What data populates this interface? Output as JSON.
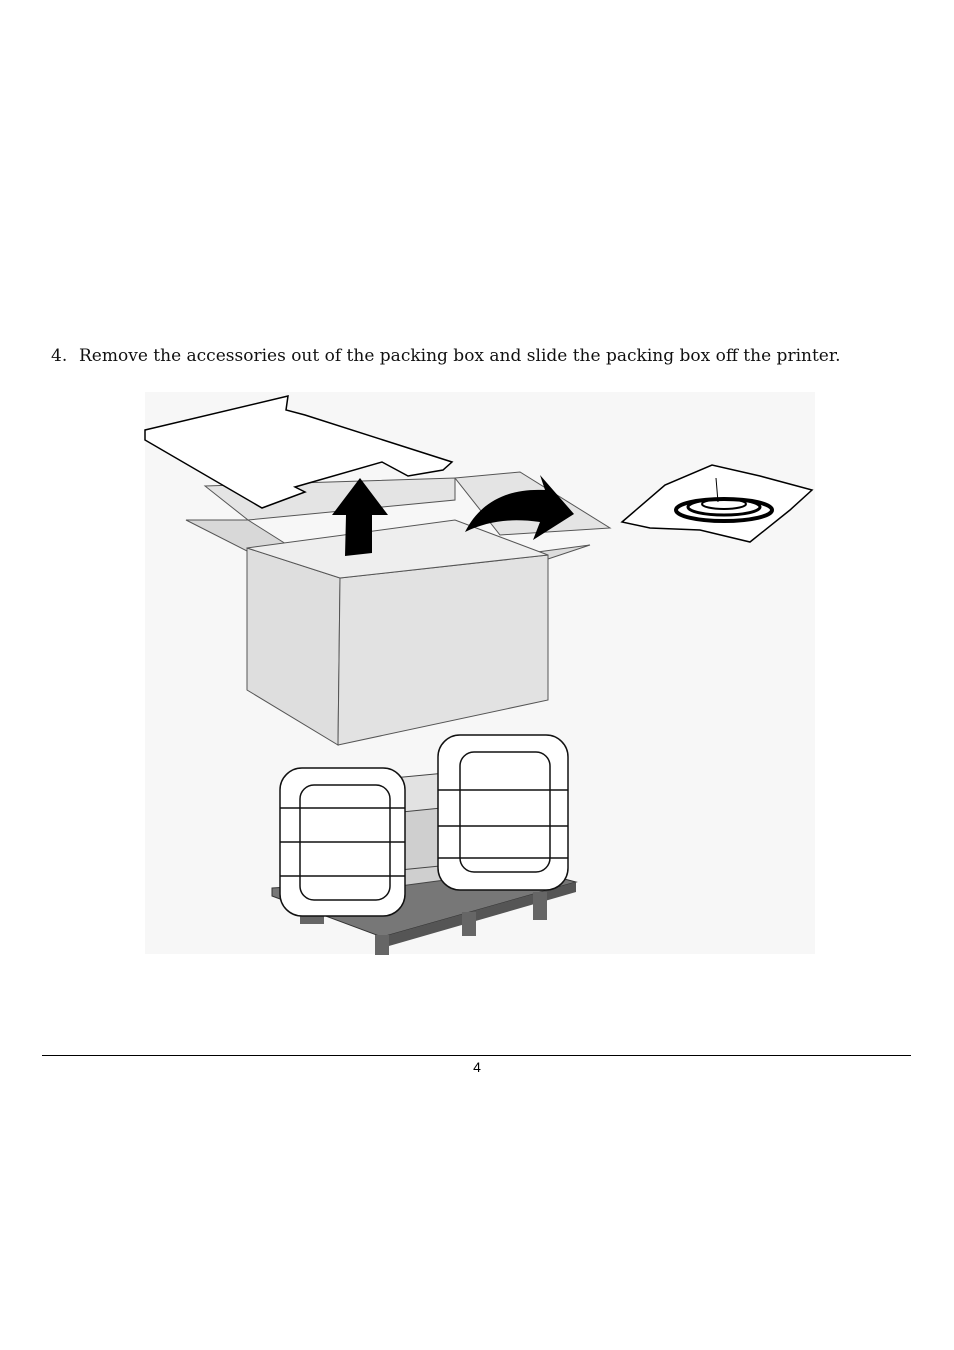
{
  "instruction": {
    "number": "4.",
    "text": "Remove the accessories out of the packing box and slide the packing box off the printer."
  },
  "footer": {
    "page_number": "4"
  }
}
